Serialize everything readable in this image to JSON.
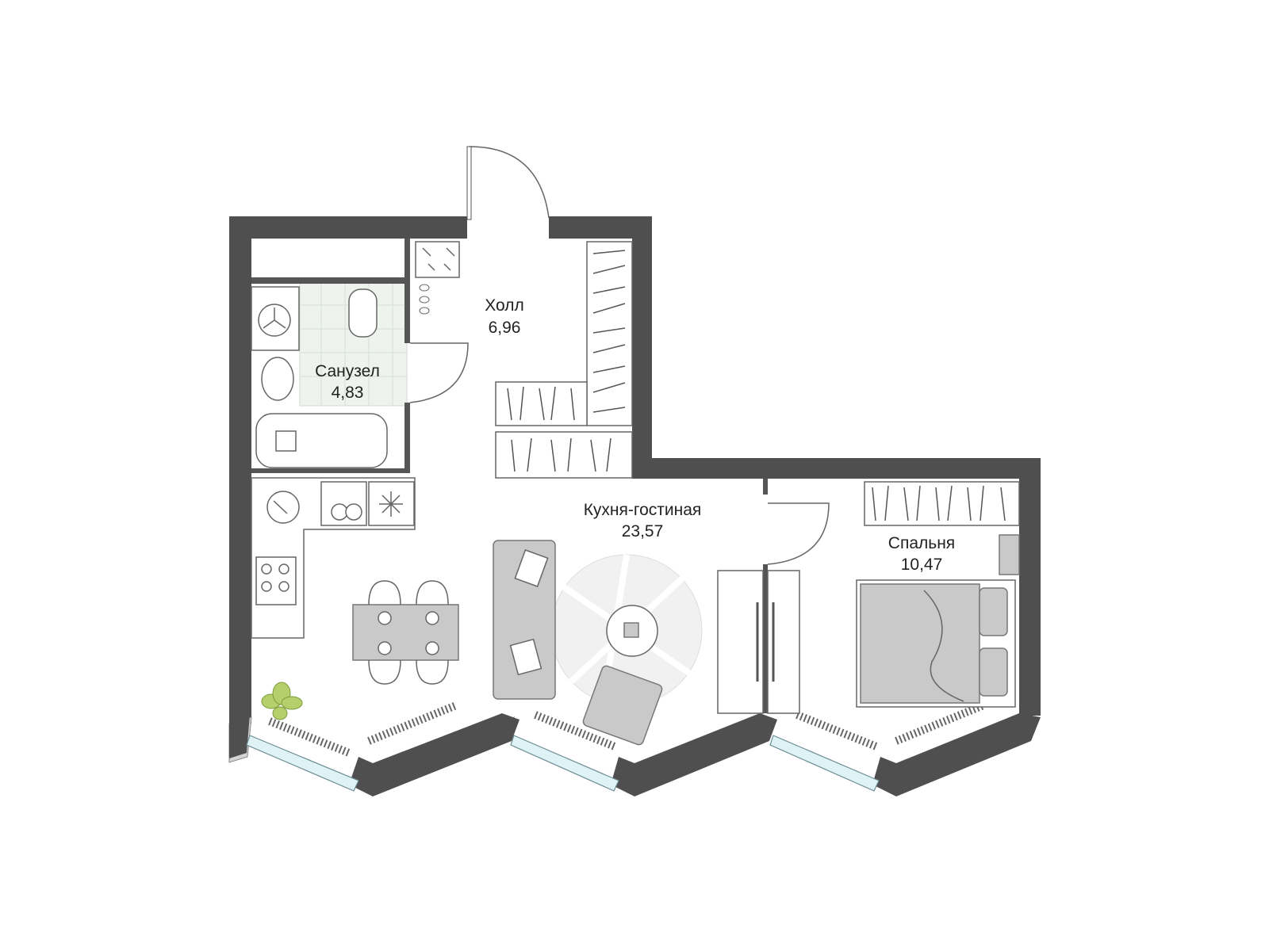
{
  "rooms": [
    {
      "name": "Холл",
      "area": "6,96"
    },
    {
      "name": "Санузел",
      "area": "4,83"
    },
    {
      "name": "Кухня-гостиная",
      "area": "23,57"
    },
    {
      "name": "Спальня",
      "area": "10,47"
    }
  ],
  "colors": {
    "wall": "#4f4f4f",
    "furniture": "#c9c9c9",
    "window": "#dff3f7",
    "plant": "#b5cf6b"
  }
}
